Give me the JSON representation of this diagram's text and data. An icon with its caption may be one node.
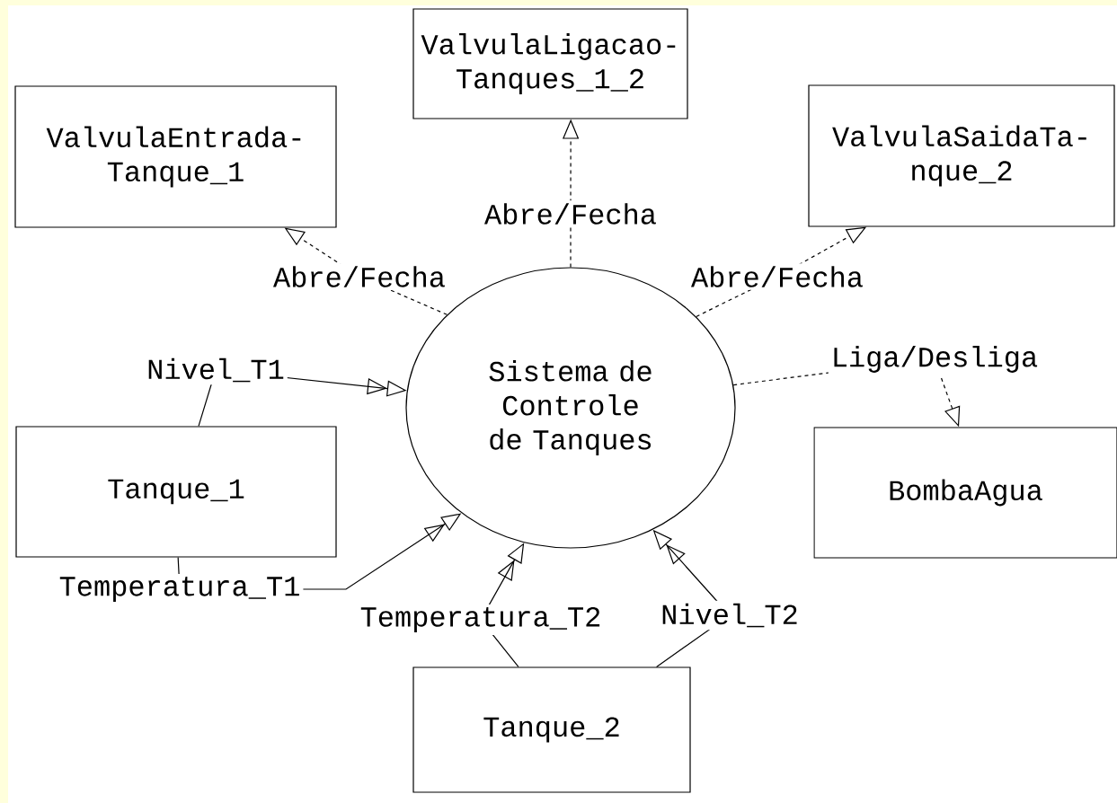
{
  "diagram": {
    "nodes": [
      {
        "text": [
          "ValvulaEntrada- Tanque_1"
        ]
      },
      {
        "text": [
          "ValvulaLigacao- Tanques_1_2"
        ]
      },
      {
        "text": [
          "ValvulaSaidaTa- nque_2"
        ]
      },
      {
        "text": [
          "Sistema de Controle de Tanques"
        ]
      },
      {
        "text": [
          "Tanque_1"
        ]
      },
      {
        "text": [
          "BombaAgua"
        ]
      },
      {
        "text": [
          "Tanque_2"
        ]
      }
    ],
    "edges": [
      {
        "from": 3,
        "to": 0,
        "arrow": "to",
        "label": "Abre/Fecha",
        "style": "dashed"
      },
      {
        "from": 3,
        "to": 1,
        "arrow": "to",
        "label": "Abre/Fecha",
        "style": "dashed"
      },
      {
        "from": 3,
        "to": 2,
        "arrow": "to",
        "label": "Abre/Fecha",
        "style": "dashed"
      },
      {
        "from": 3,
        "to": 5,
        "arrow": "to",
        "label": "Liga/Desliga",
        "style": "dashed"
      },
      {
        "from": 4,
        "to": 3,
        "arrow": "to",
        "label": "Nivel_T1"
      },
      {
        "from": 4,
        "to": 3,
        "arrow": "to",
        "label": "Temperatura_T1"
      },
      {
        "from": 6,
        "to": 3,
        "arrow": "to",
        "label": "Temperatura_T2"
      },
      {
        "from": 6,
        "to": 3,
        "arrow": "to",
        "label": "Nivel_T2"
      }
    ]
  }
}
